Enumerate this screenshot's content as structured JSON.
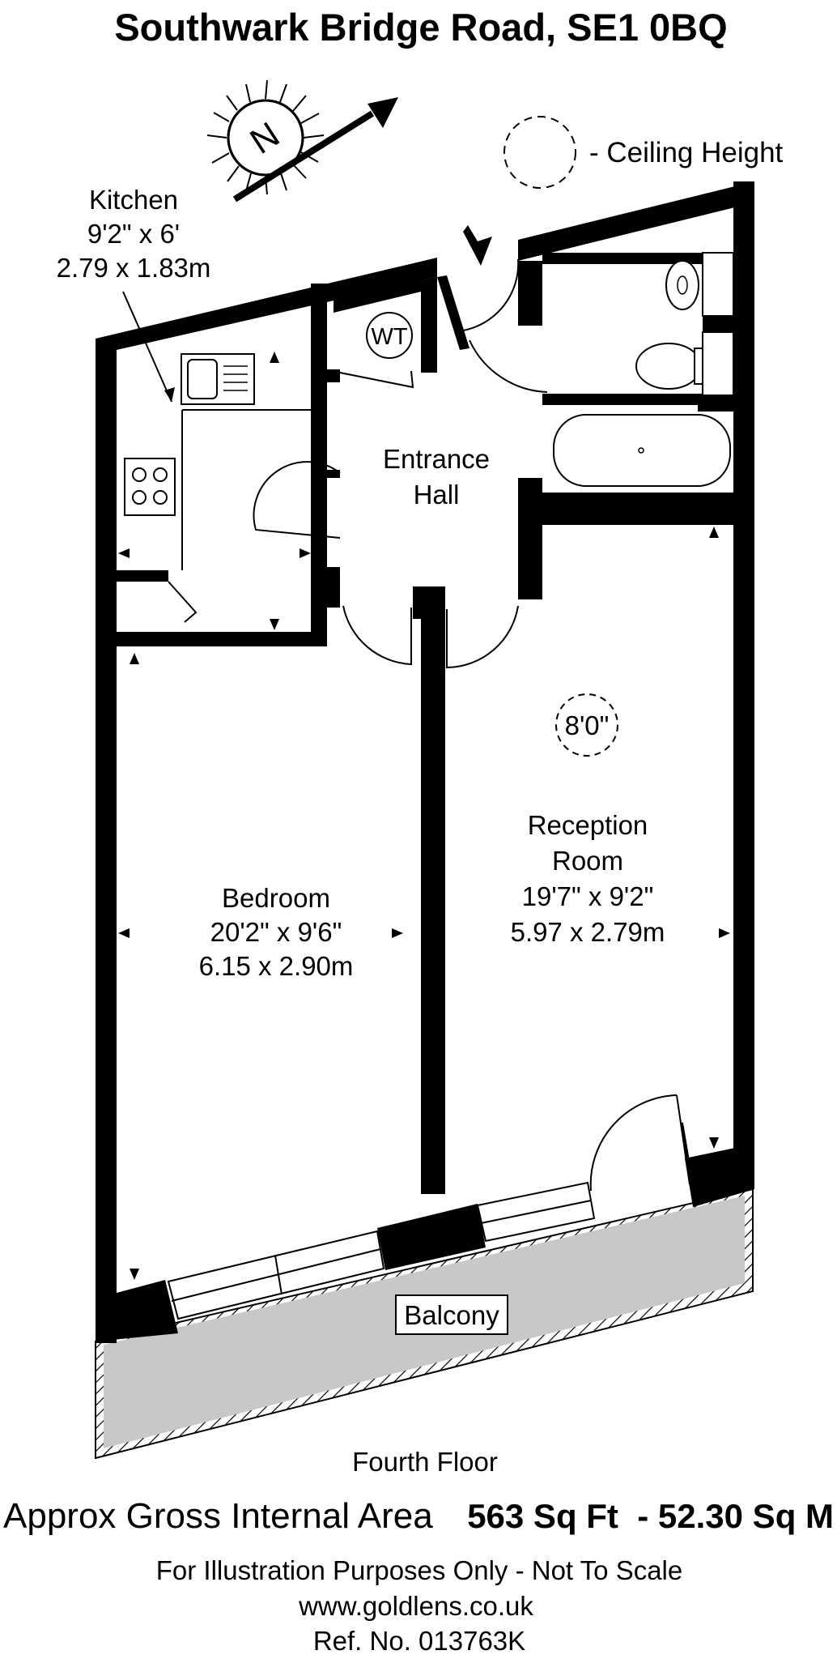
{
  "title": "Southwark Bridge Road, SE1 0BQ",
  "compass": {
    "letter": "N",
    "icon": "north-arrow-icon"
  },
  "legend": {
    "icon": "ceiling-height-icon",
    "text": "-  Ceiling Height"
  },
  "rooms": {
    "kitchen": {
      "name": "Kitchen",
      "imperial": "9'2\" x 6'",
      "metric": "2.79 x 1.83m"
    },
    "entrance_hall": {
      "line1": "Entrance",
      "line2": "Hall"
    },
    "wt": {
      "label": "WT"
    },
    "bedroom": {
      "name": "Bedroom",
      "imperial": "20'2\" x 9'6\"",
      "metric": "6.15 x 2.90m"
    },
    "reception": {
      "line1": "Reception",
      "line2": "Room",
      "imperial": "19'7\" x 9'2\"",
      "metric": "5.97 x 2.79m"
    },
    "balcony": {
      "name": "Balcony"
    }
  },
  "ceiling_height": "8'0\"",
  "floor": "Fourth Floor",
  "area": {
    "label": "Approx Gross Internal Area",
    "value": "563 Sq Ft  - 52.30 Sq M"
  },
  "footer": {
    "disclaimer": "For Illustration Purposes Only - Not To Scale",
    "website": "www.goldlens.co.uk",
    "ref": "Ref. No. 013763K"
  },
  "colors": {
    "wall": "#000000",
    "balcony_fill": "#c8c8c8",
    "background": "#ffffff"
  }
}
